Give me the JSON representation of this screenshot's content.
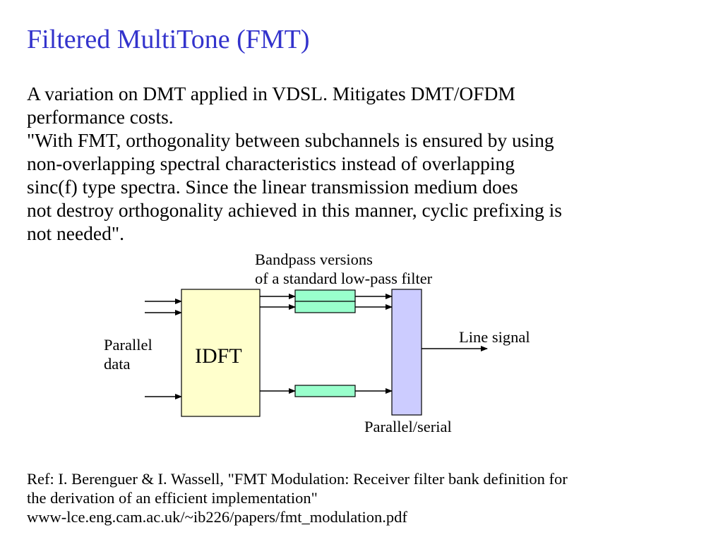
{
  "title": "Filtered MultiTone (FMT)",
  "body": {
    "lines": [
      "A variation on DMT applied in VDSL.  Mitigates DMT/OFDM",
      "performance costs.",
      "\"With FMT, orthogonality between subchannels is ensured by using",
      "non-overlapping spectral characteristics instead of overlapping",
      "sinc(f) type spectra.  Since the linear transmission medium does",
      "not destroy orthogonality achieved in this manner, cyclic prefixing is",
      "not needed\"."
    ]
  },
  "diagram": {
    "filter_caption_line1": "Bandpass versions",
    "filter_caption_line2": "of a standard low-pass filter",
    "input_label_line1": "Parallel",
    "input_label_line2": "data",
    "idft_label": "IDFT",
    "output_label": "Line signal",
    "ps_label": "Parallel/serial",
    "colors": {
      "idft_fill": "#ffffcc",
      "filter_fill": "#99ffcc",
      "ps_fill": "#ccccff",
      "title": "#3333cc"
    }
  },
  "reference": {
    "lines": [
      "Ref: I. Berenguer & I. Wassell, \"FMT Modulation: Receiver filter bank definition for",
      "the derivation of an efficient implementation\"",
      "www-lce.eng.cam.ac.uk/~ib226/papers/fmt_modulation.pdf"
    ]
  }
}
